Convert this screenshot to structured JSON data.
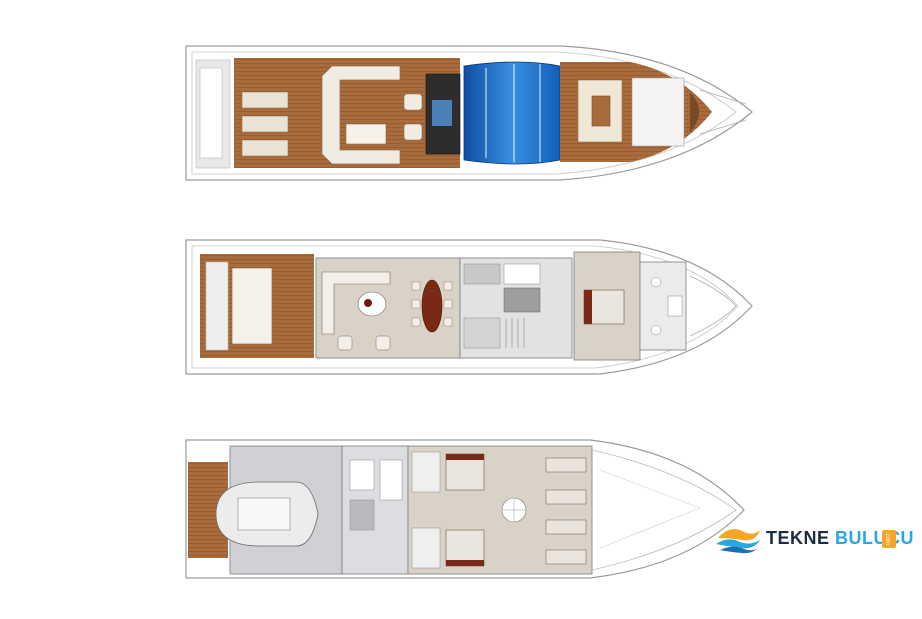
{
  "diagram": {
    "decks": [
      {
        "id": "flybridge",
        "label": ""
      },
      {
        "id": "main-deck",
        "label": ""
      },
      {
        "id": "lower-deck",
        "label": ""
      }
    ]
  },
  "logo": {
    "word1": "TEKNE",
    "word2": "BULUCU",
    "badge": ".com"
  },
  "colors": {
    "teak": "#a86b3c",
    "teak_dark": "#7a4a24",
    "hull_outline": "#8a8a8a",
    "interior_floor": "#d9d2c6",
    "glass_blue": "#1f6fc1",
    "lower_deck_gray": "#cfd1d4",
    "logo_dark": "#1c2a44",
    "logo_blue": "#2aa7e0",
    "logo_badge": "#f5a623"
  }
}
